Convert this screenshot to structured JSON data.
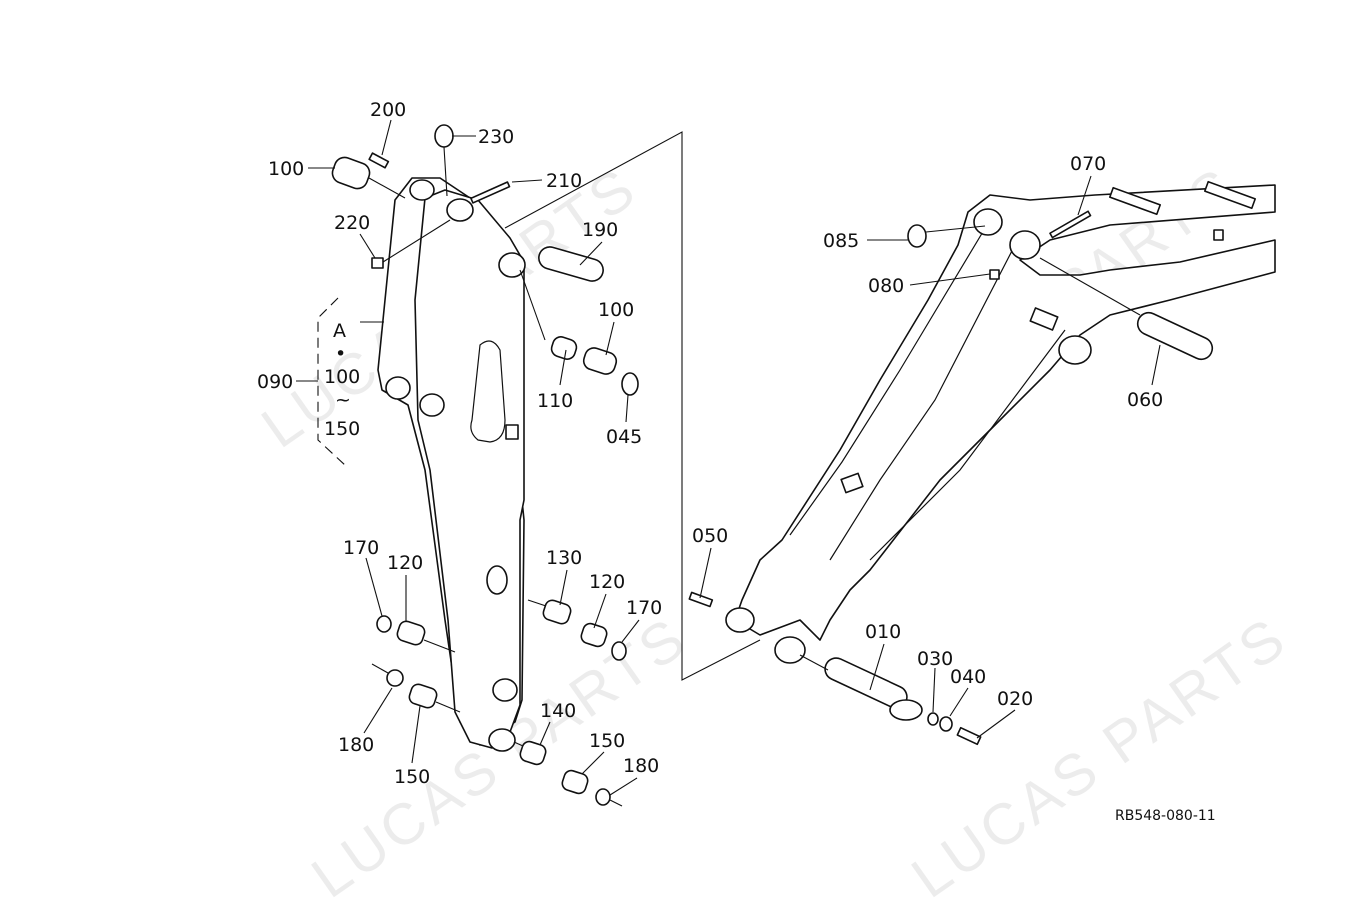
{
  "drawing_code": "RB548-080-11",
  "watermark": "LUCAS PARTS",
  "group": {
    "callout": "090",
    "range_start": "A",
    "range_bullet": "•",
    "range_mid": "100",
    "range_tilde": "~",
    "range_end": "150"
  },
  "callouts": {
    "c200": "200",
    "c230": "230",
    "c100a": "100",
    "c210": "210",
    "c220": "220",
    "c190": "190",
    "c100b": "100",
    "c110": "110",
    "c045": "045",
    "c170a": "170",
    "c120a": "120",
    "c130": "130",
    "c120b": "120",
    "c170b": "170",
    "c180a": "180",
    "c150a": "150",
    "c140": "140",
    "c150b": "150",
    "c180b": "180",
    "c070": "070",
    "c085": "085",
    "c080": "080",
    "c060": "060",
    "c050": "050",
    "c010": "010",
    "c030": "030",
    "c040": "040",
    "c020": "020"
  }
}
